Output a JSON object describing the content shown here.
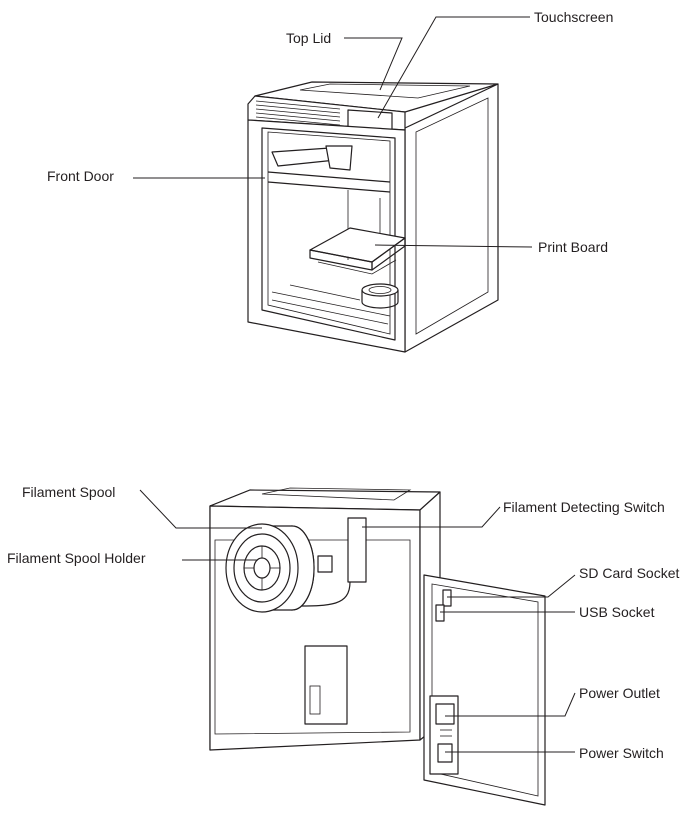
{
  "front_view": {
    "labels": {
      "touchscreen": "Touchscreen",
      "top_lid": "Top Lid",
      "front_door": "Front Door",
      "print_board": "Print Board"
    }
  },
  "back_view": {
    "labels": {
      "filament_spool": "Filament Spool",
      "filament_spool_holder": "Filament Spool Holder",
      "filament_detecting_switch": "Filament Detecting Switch",
      "sd_card_socket": "SD Card Socket",
      "usb_socket": "USB Socket",
      "power_outlet": "Power Outlet",
      "power_switch": "Power Switch"
    }
  },
  "colors": {
    "line": "#231f20",
    "background": "#ffffff"
  }
}
